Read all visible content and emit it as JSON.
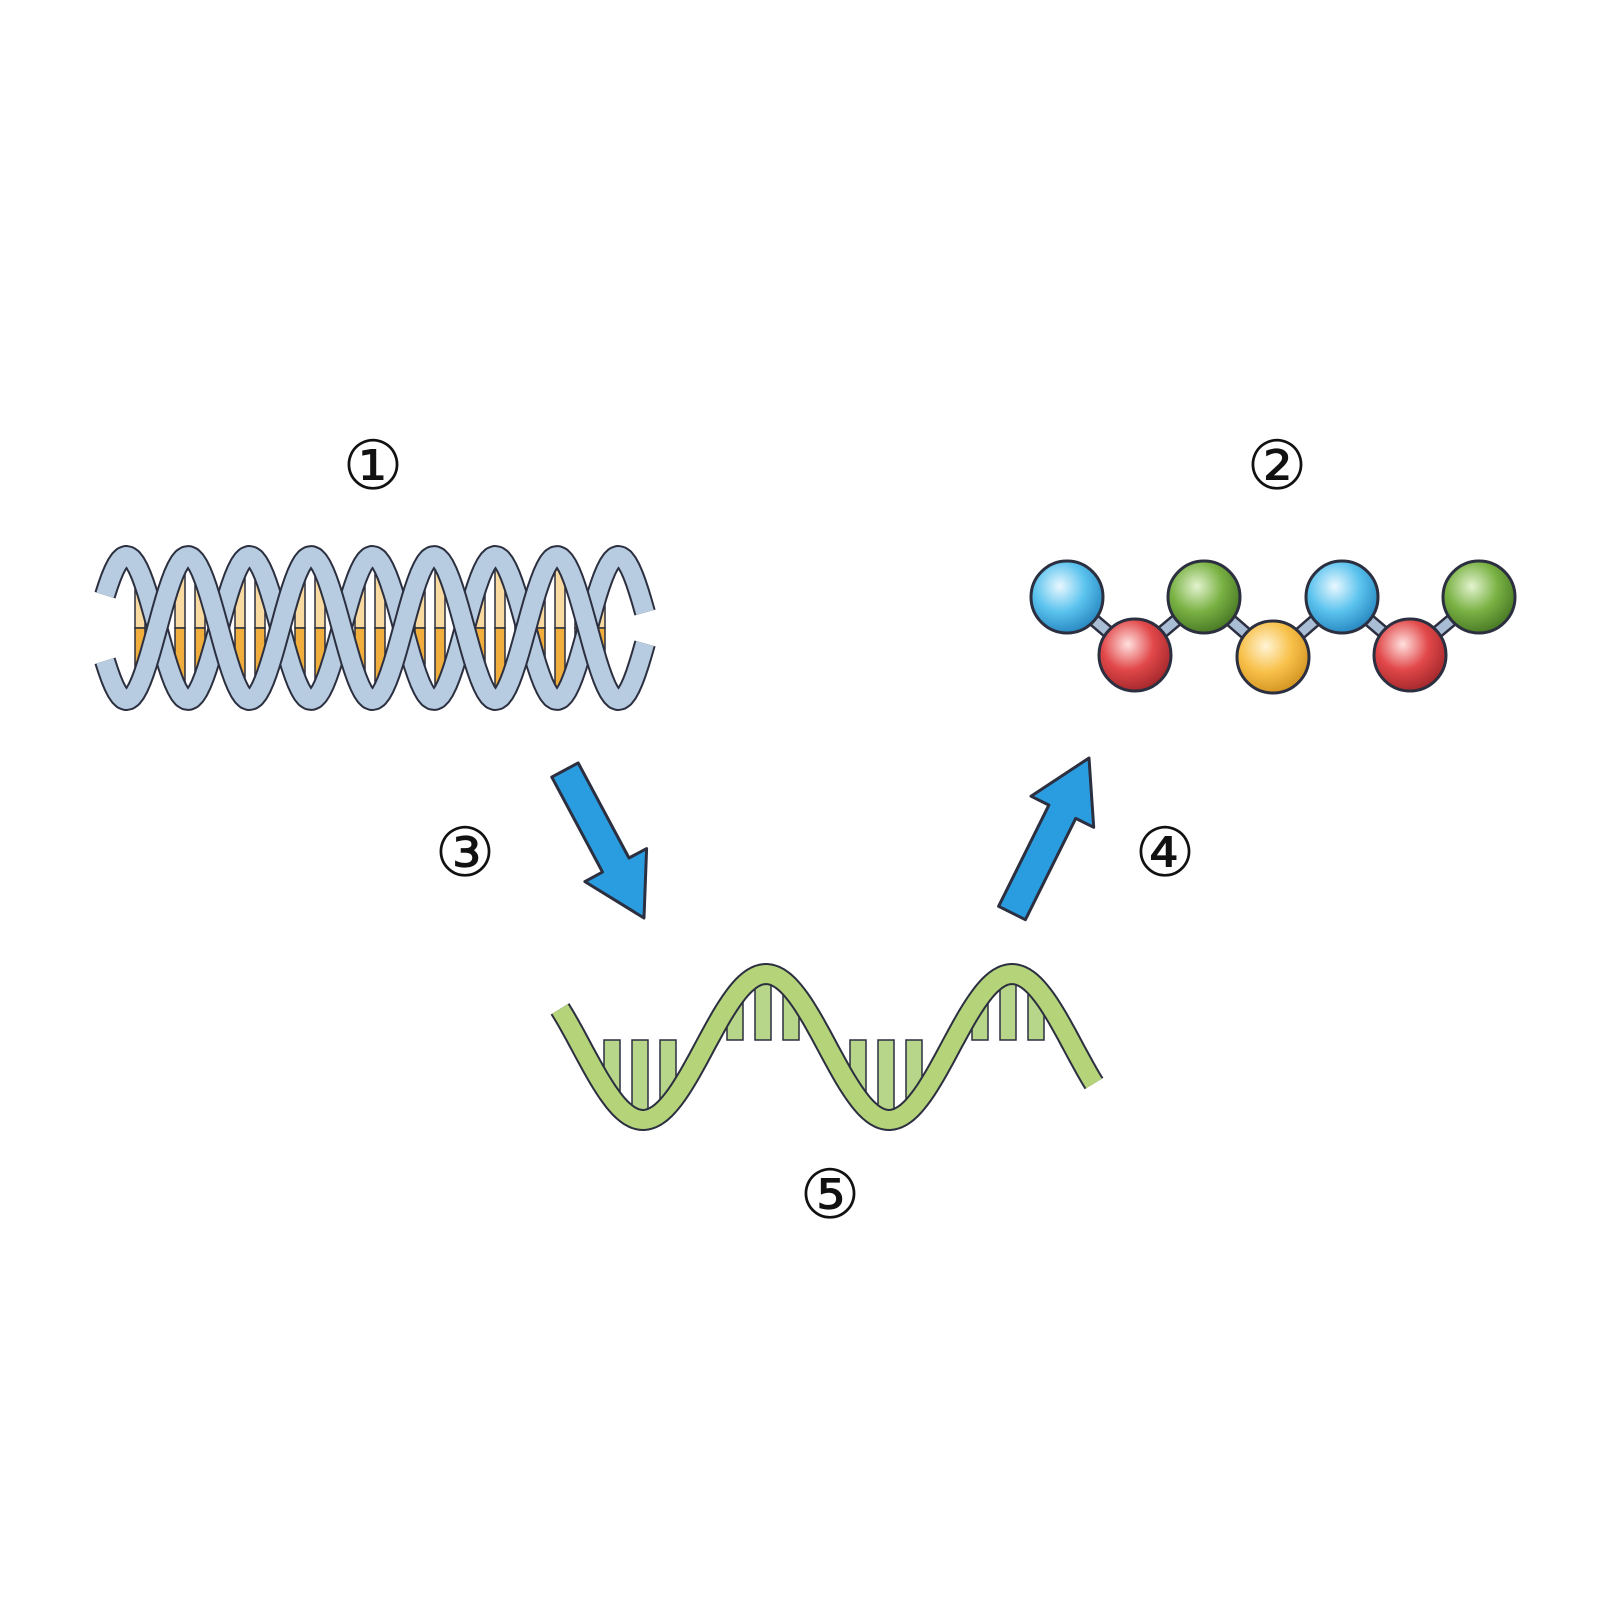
{
  "labels": {
    "one": "①",
    "two": "②",
    "three": "③",
    "four": "④",
    "five": "⑤"
  },
  "colors": {
    "outline": "#2b2f3f",
    "dna_backbone": "#b7cce0",
    "dna_base_dark": "#f2ae3c",
    "dna_base_light": "#f9dba2",
    "rna_backbone_dark": "#7fae3c",
    "rna_backbone_light": "#b5d47a",
    "rna_base": "#b8d68a",
    "arrow_fill": "#2a9de0",
    "arrow_edge": "#1a6fae",
    "bead_blue": "#5bc3ee",
    "bead_red": "#e2484a",
    "bead_green": "#7ab244",
    "bead_yellow": "#f8c14a",
    "linker": "#a9bdd4"
  },
  "icons": {
    "dna": "double-helix-icon",
    "rna": "single-strand-rna-icon",
    "protein": "amino-acid-chain-icon",
    "transcription_arrow": "arrow-down-right-icon",
    "translation_arrow": "arrow-up-right-icon"
  },
  "protein_chain": [
    "blue",
    "red",
    "green",
    "yellow",
    "blue",
    "red",
    "green"
  ]
}
